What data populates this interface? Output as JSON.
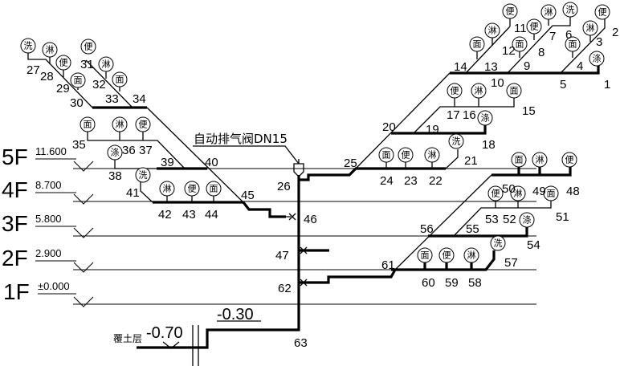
{
  "air_valve_label": "自动排气阀DN15",
  "floors": [
    {
      "name": "5F",
      "elevation": "11.600"
    },
    {
      "name": "4F",
      "elevation": "8.700"
    },
    {
      "name": "3F",
      "elevation": "5.800"
    },
    {
      "name": "2F",
      "elevation": "2.900"
    },
    {
      "name": "1F",
      "elevation": "±0.000"
    }
  ],
  "ground": {
    "cover_label": "覆土层",
    "cover_elevation": "-0.70",
    "pipe_elevation": "-0.30"
  },
  "fixtures": [
    "洗",
    "淋",
    "便",
    "面",
    "便",
    "淋",
    "面",
    "面",
    "淋",
    "便",
    "涤",
    "洗",
    "淋",
    "便",
    "面",
    "便",
    "淋",
    "面",
    "便",
    "淋",
    "洗",
    "面",
    "便",
    "淋",
    "面",
    "涤",
    "便",
    "淋",
    "面",
    "涤",
    "面",
    "便",
    "淋",
    "洗",
    "面",
    "淋",
    "便",
    "便",
    "淋",
    "面",
    "涤",
    "洗",
    "面",
    "便",
    "淋"
  ],
  "nodes": [
    "1",
    "2",
    "3",
    "4",
    "5",
    "6",
    "7",
    "8",
    "9",
    "10",
    "11",
    "12",
    "13",
    "14",
    "15",
    "16",
    "17",
    "18",
    "19",
    "20",
    "21",
    "22",
    "23",
    "24",
    "25",
    "26",
    "27",
    "28",
    "29",
    "30",
    "31",
    "32",
    "33",
    "34",
    "35",
    "36",
    "37",
    "38",
    "39",
    "40",
    "41",
    "42",
    "43",
    "44",
    "45",
    "46",
    "47",
    "48",
    "49",
    "50",
    "51",
    "52",
    "53",
    "54",
    "55",
    "56",
    "57",
    "58",
    "59",
    "60",
    "61",
    "62",
    "63"
  ]
}
